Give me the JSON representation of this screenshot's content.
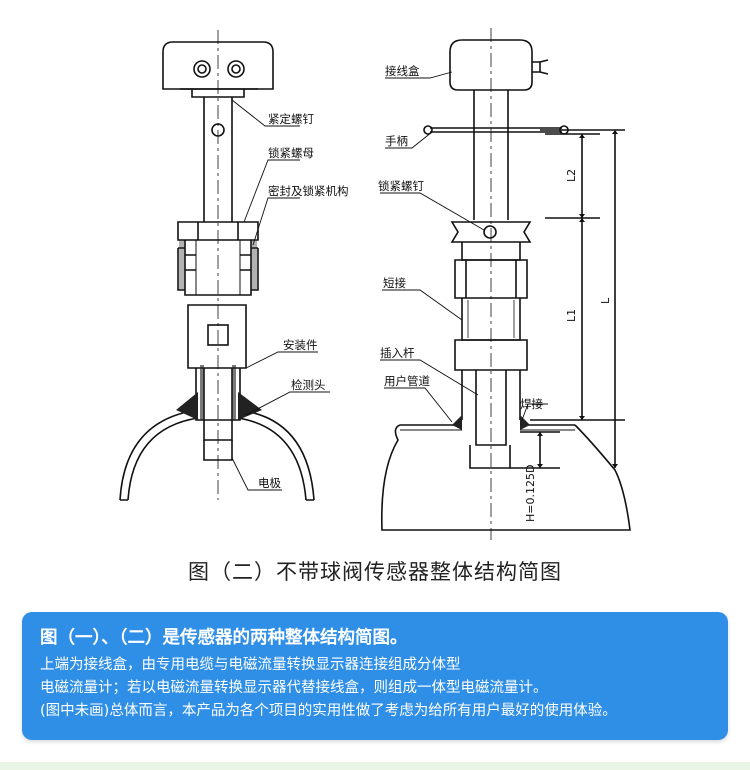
{
  "labels_left": [
    "紧定螺钉",
    "锁紧螺母",
    "密封及锁紧机构",
    "安装件",
    "检测头",
    "电极"
  ],
  "labels_right": [
    "接线盒",
    "手柄",
    "锁紧螺钉",
    "短接",
    "插入杆",
    "用户管道",
    "焊接"
  ],
  "dims": {
    "l2": "L2",
    "l1": "L1",
    "l": "L",
    "h": "H=0.125D"
  },
  "figure_caption": "图（二）不带球阀传感器整体结构简图",
  "panel": {
    "title": "图（一）、（二）是传感器的两种整体结构简图。",
    "lines": [
      "上端为接线盒，由专用电缆与电磁流量转换显示器连接组成分体型",
      "电磁流量计；若以电磁流量转换显示器代替接线盒，则组成一体型电磁流量计。",
      "(图中未画)总体而言，本产品为各个项目的实用性做了考虑为给所有用户最好的使用体验。"
    ],
    "color": "#2f8fe6"
  }
}
